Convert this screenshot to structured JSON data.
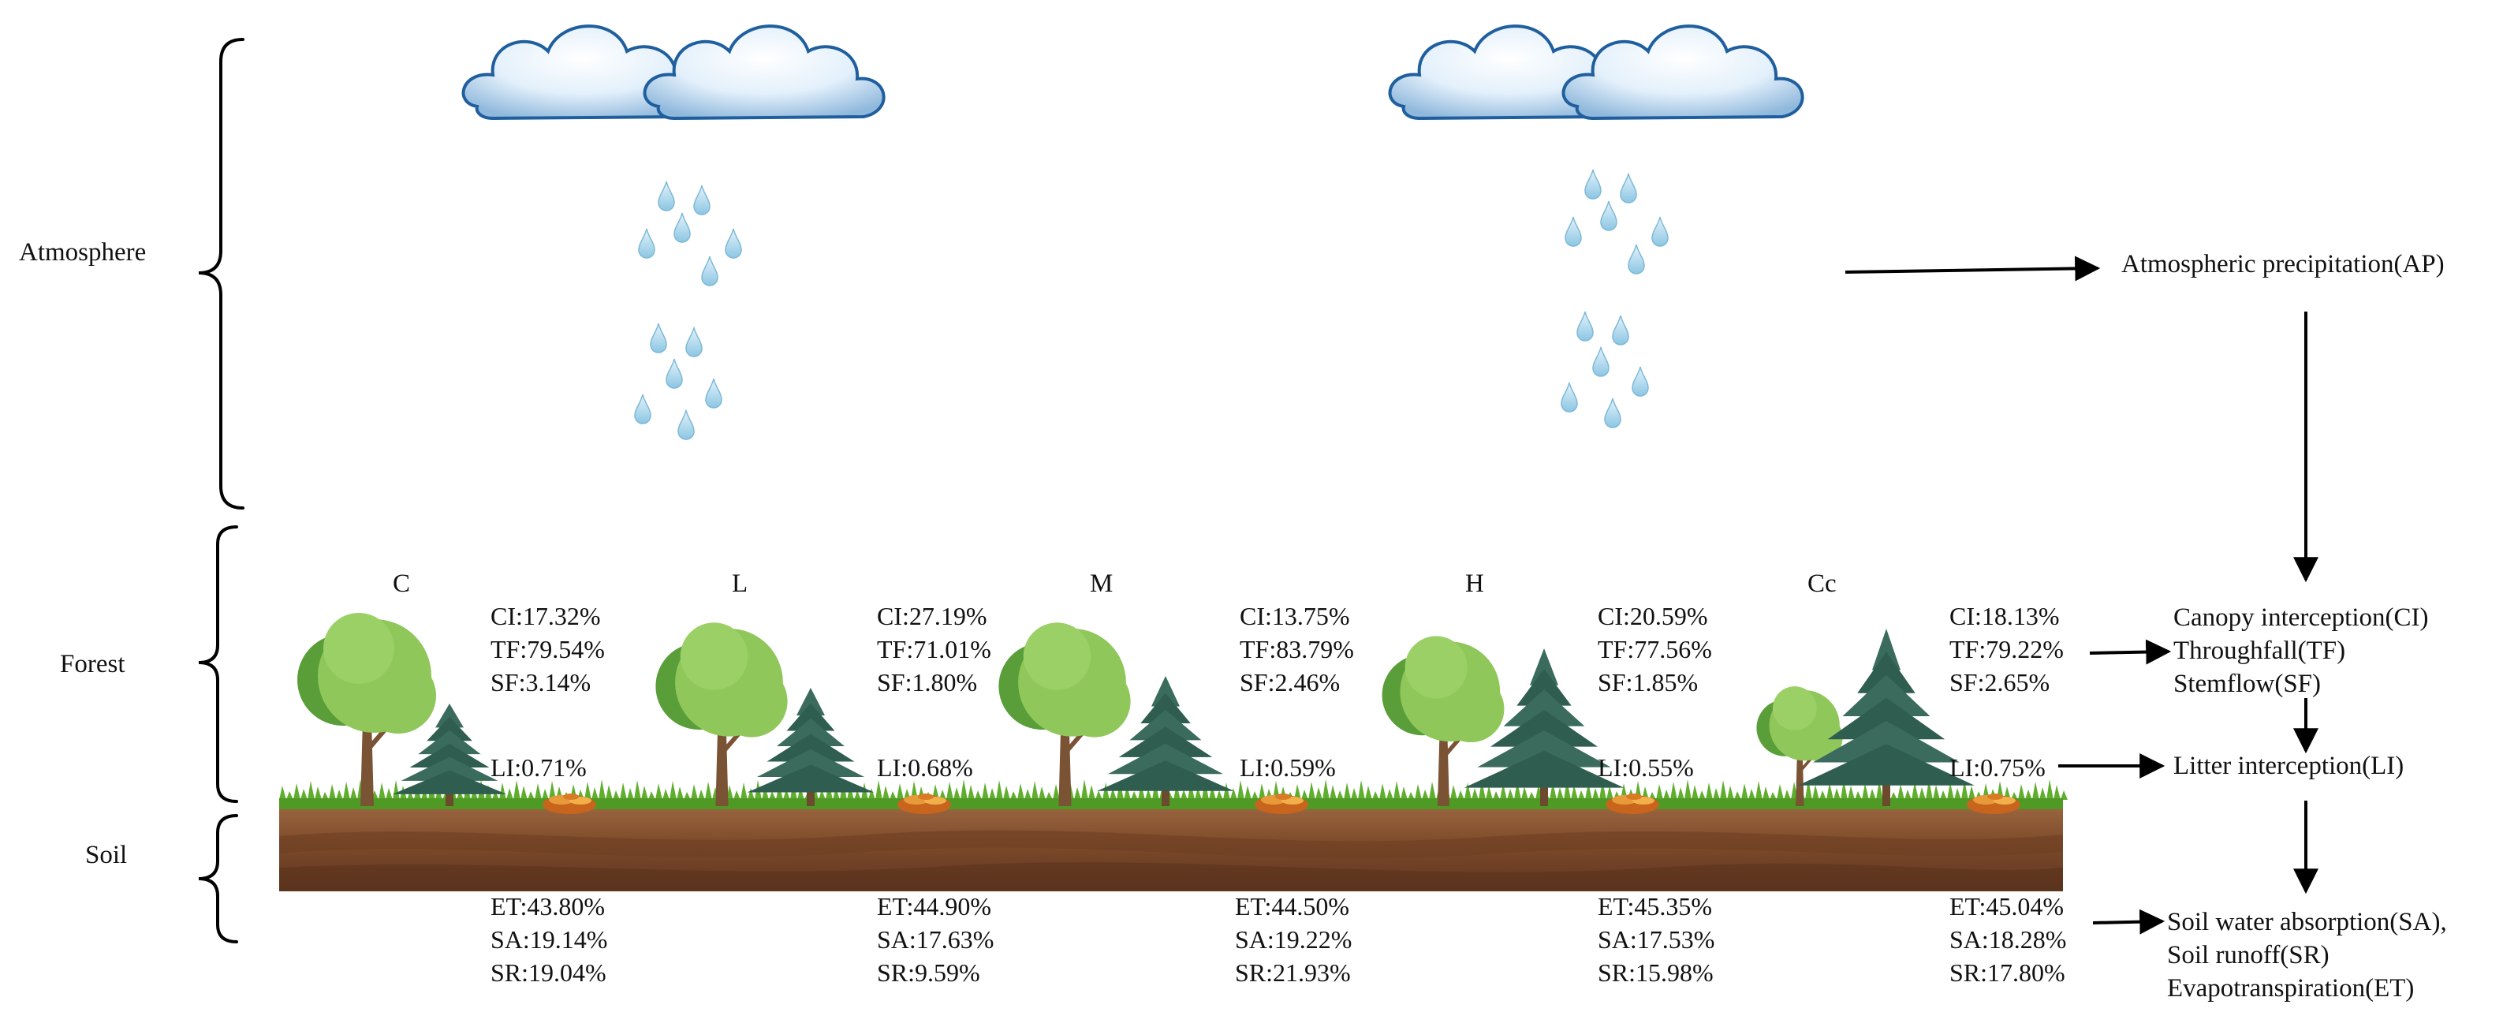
{
  "layers": {
    "atmosphere": "Atmosphere",
    "forest": "Forest",
    "soil": "Soil"
  },
  "plots": [
    {
      "label": "C",
      "canopy": [
        "CI:17.32%",
        "TF:79.54%",
        "SF:3.14%"
      ],
      "litter": "LI:0.71%",
      "soil": [
        "ET:43.80%",
        "SA:19.14%",
        "SR:19.04%"
      ]
    },
    {
      "label": "L",
      "canopy": [
        "CI:27.19%",
        "TF:71.01%",
        "SF:1.80%"
      ],
      "litter": "LI:0.68%",
      "soil": [
        "ET:44.90%",
        "SA:17.63%",
        "SR:9.59%"
      ]
    },
    {
      "label": "M",
      "canopy": [
        "CI:13.75%",
        "TF:83.79%",
        "SF:2.46%"
      ],
      "litter": "LI:0.59%",
      "soil": [
        "ET:44.50%",
        "SA:19.22%",
        "SR:21.93%"
      ]
    },
    {
      "label": "H",
      "canopy": [
        "CI:20.59%",
        "TF:77.56%",
        "SF:1.85%"
      ],
      "litter": "LI:0.55%",
      "soil": [
        "ET:45.35%",
        "SA:17.53%",
        "SR:15.98%"
      ]
    },
    {
      "label": "Cc",
      "canopy": [
        "CI:18.13%",
        "TF:79.22%",
        "SF:2.65%"
      ],
      "litter": "LI:0.75%",
      "soil": [
        "ET:45.04%",
        "SA:18.28%",
        "SR:17.80%"
      ]
    }
  ],
  "flow": {
    "ap": "Atmospheric precipitation(AP)",
    "canopy": [
      "Canopy interception(CI)",
      "Throughfall(TF)",
      "Stemflow(SF)"
    ],
    "litter": "Litter interception(LI)",
    "soil": [
      "Soil water absorption(SA),",
      "Soil runoff(SR)",
      "Evapotranspiration(ET)"
    ]
  },
  "colors": {
    "cloud_fill": "#d6e9f8",
    "cloud_edge": "#1f5f9e",
    "raindrop": "#a9d4ea",
    "grass": "#5fae2e",
    "soil_top": "#8c5a35",
    "soil_bottom": "#6b3e22",
    "broadleaf_dark": "#5a9e3a",
    "broadleaf_light": "#8fc75a",
    "conifer": "#2e5a4e",
    "trunk": "#7a5234"
  },
  "icons": [
    "cloud-icon",
    "raindrop-icon",
    "broadleaf-tree-icon",
    "conifer-tree-icon",
    "litter-pile-icon"
  ]
}
